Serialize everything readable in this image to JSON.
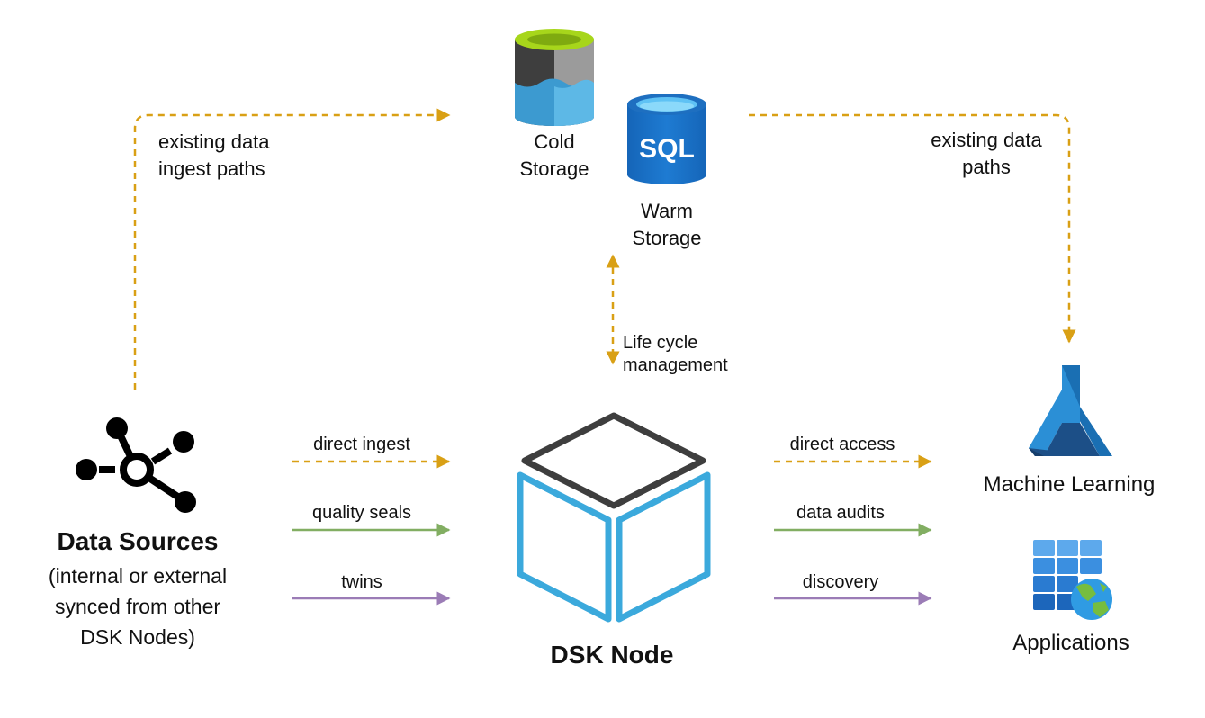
{
  "nodes": {
    "cold_storage": {
      "label": "Cold\nStorage"
    },
    "warm_storage": {
      "label": "Warm\nStorage",
      "icon_text": "SQL"
    },
    "data_sources": {
      "title": "Data Sources",
      "subtitle": "(internal or external\nsynced from other\nDSK Nodes)"
    },
    "dsk_node": {
      "label": "DSK Node"
    },
    "machine_learning": {
      "label": "Machine Learning"
    },
    "applications": {
      "label": "Applications"
    }
  },
  "edges": {
    "existing_ingest": {
      "label": "existing data\ningest paths",
      "style": "dashed",
      "color": "#D9A015"
    },
    "existing_paths": {
      "label": "existing data\npaths",
      "style": "dashed",
      "color": "#D9A015"
    },
    "lifecycle": {
      "label": "Life cycle\nmanagement",
      "style": "dashed",
      "color": "#D9A015"
    },
    "direct_ingest": {
      "label": "direct ingest",
      "style": "dashed",
      "color": "#D9A015"
    },
    "quality_seals": {
      "label": "quality seals",
      "style": "solid",
      "color": "#82AE62"
    },
    "twins": {
      "label": "twins",
      "style": "solid",
      "color": "#9B7CB6"
    },
    "direct_access": {
      "label": "direct access",
      "style": "dashed",
      "color": "#D9A015"
    },
    "data_audits": {
      "label": "data audits",
      "style": "solid",
      "color": "#82AE62"
    },
    "discovery": {
      "label": "discovery",
      "style": "solid",
      "color": "#9B7CB6"
    }
  }
}
